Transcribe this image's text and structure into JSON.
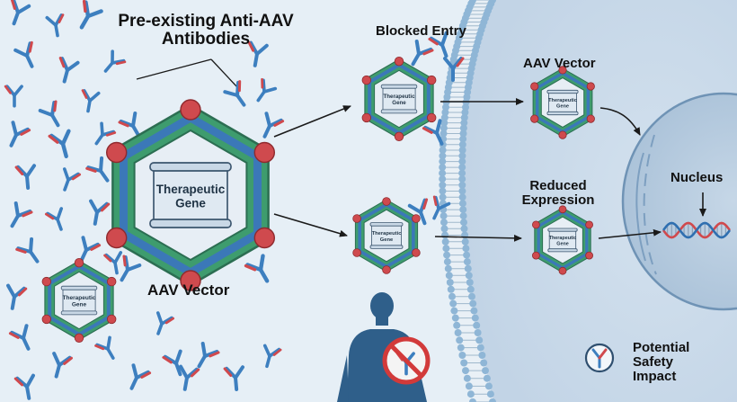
{
  "labels": {
    "antibodies_line1": "Pre-existing Anti-AAV",
    "antibodies_line2": "Antibodies",
    "aav_vector_main": "AAV Vector",
    "blocked_entry": "Blocked Entry",
    "aav_vector_inside": "AAV Vector",
    "reduced_line1": "Reduced",
    "reduced_line2": "Expression",
    "nucleus": "Nucleus",
    "safety_line1": "Potential",
    "safety_line2": "Safety",
    "safety_line3": "Impact"
  },
  "gene_label": {
    "line1": "Therapeutic",
    "line2": "Gene"
  },
  "colors": {
    "background": "#e6eff6",
    "capsid_green": "#3e9c6e",
    "capsid_blue": "#3b78b8",
    "capsid_red": "#cf4a4e",
    "antibody_blue": "#3d7fbf",
    "antibody_red": "#d0494d",
    "membrane_head": "#8fb6d6",
    "cell_interior": "#c9d9e8",
    "nucleus_fill": "#b3c9dd",
    "dna_red": "#d0494d",
    "dna_blue": "#2f6fb0",
    "silhouette": "#2f5f8a",
    "prohibit_red": "#d23a3a"
  },
  "icons": [
    "antibody-icon",
    "aav-capsid-icon",
    "dna-helix-icon",
    "human-silhouette-icon",
    "prohibited-icon",
    "arrow-icon"
  ]
}
